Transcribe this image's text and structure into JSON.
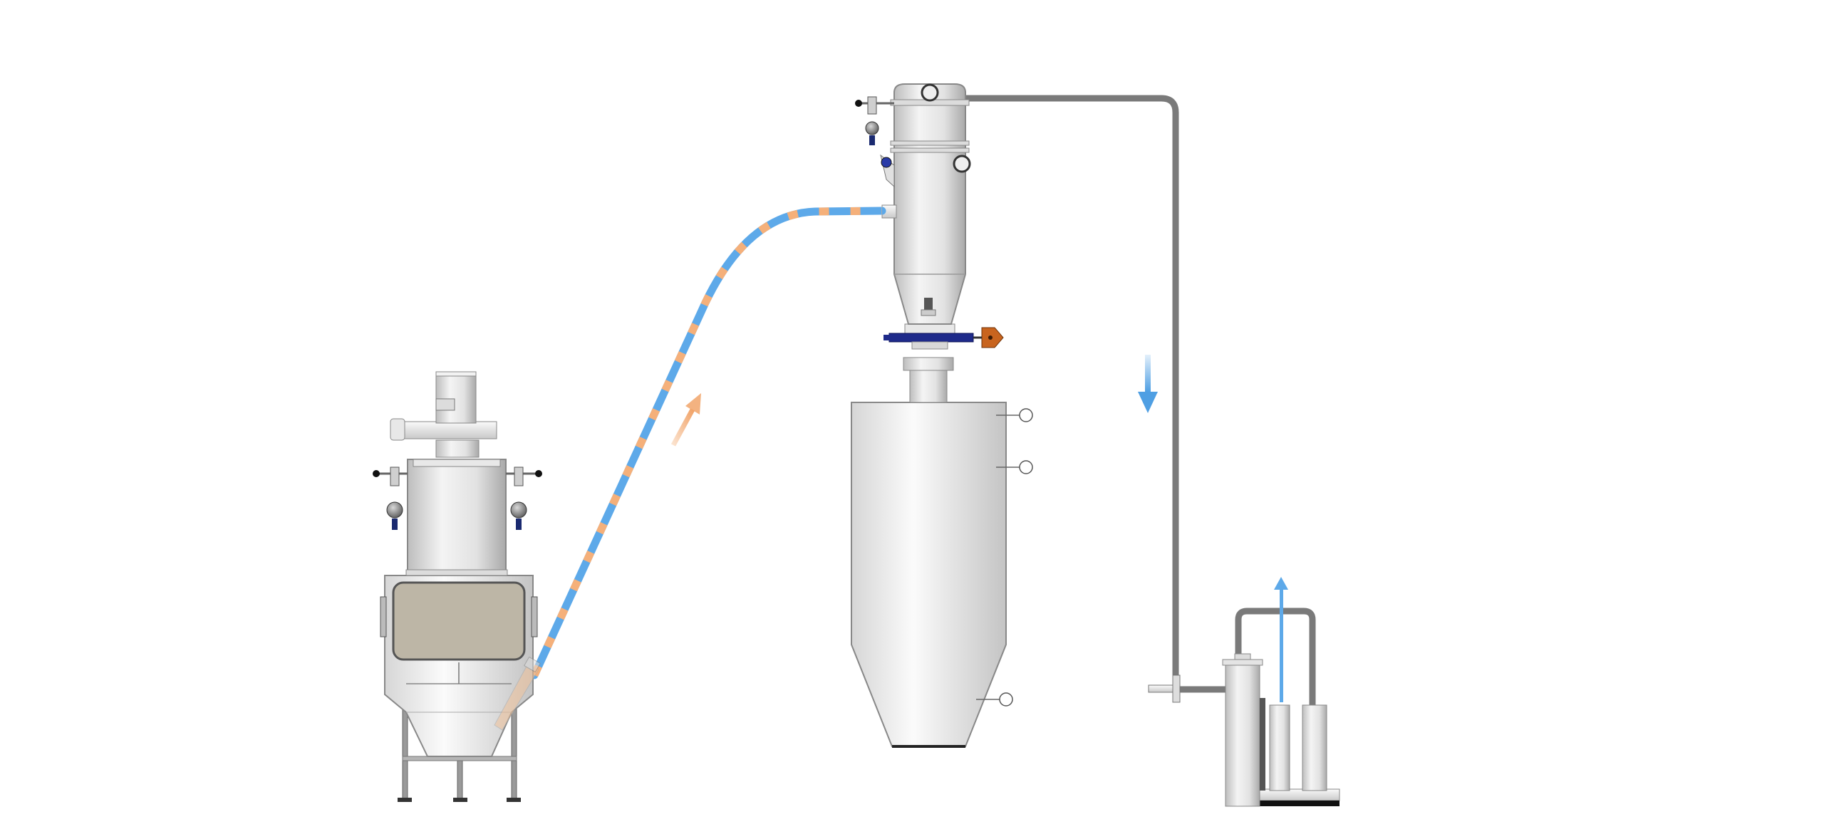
{
  "diagram": {
    "components": [
      {
        "id": "bag-dump-station",
        "label": ""
      },
      {
        "id": "conveying-hose",
        "label": ""
      },
      {
        "id": "vacuum-receiver",
        "label": ""
      },
      {
        "id": "discharge-valve",
        "label": ""
      },
      {
        "id": "storage-hopper",
        "label": ""
      },
      {
        "id": "vacuum-line",
        "label": ""
      },
      {
        "id": "vacuum-pump-unit",
        "label": ""
      }
    ],
    "flows": [
      {
        "id": "material-flow",
        "direction": "up-right",
        "color": "#F5B07A"
      },
      {
        "id": "air-flow-down",
        "direction": "down",
        "color": "#5DA9E9"
      },
      {
        "id": "exhaust-flow",
        "direction": "up",
        "color": "#5DA9E9"
      }
    ],
    "colors": {
      "hose_blue": "#5DA9E9",
      "hose_orange": "#F5B07A",
      "pipe_gray": "#7A7A7A",
      "window_tan": "#BDB6A6",
      "valve_navy": "#1E2A8A",
      "actuator_orange": "#C8641E"
    }
  }
}
